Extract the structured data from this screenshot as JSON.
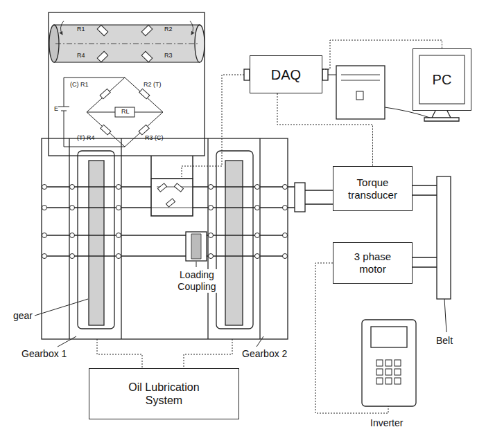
{
  "diagram": {
    "nodes": [
      {
        "text": [
          "DAQ"
        ]
      },
      {
        "text": [
          "PC"
        ]
      },
      {
        "text": [
          "Torque transducer"
        ]
      },
      {
        "text": [
          "3 phase motor"
        ]
      },
      {
        "text": [
          "Oil Lubrication System"
        ]
      }
    ],
    "edges": [
      {
        "from": 0,
        "to": 2,
        "arrow": "none"
      },
      {
        "from": 0,
        "to": 1,
        "arrow": "none"
      }
    ],
    "labels": [
      "R1",
      "R2",
      "R4",
      "R3",
      "(C) R1",
      "R2 (T)",
      "E",
      "(T) R4",
      "R3 (C)",
      "RL",
      "gear",
      "Loading Coupling",
      "Gearbox 1",
      "Gearbox 2",
      "Belt",
      "Inverter"
    ]
  }
}
